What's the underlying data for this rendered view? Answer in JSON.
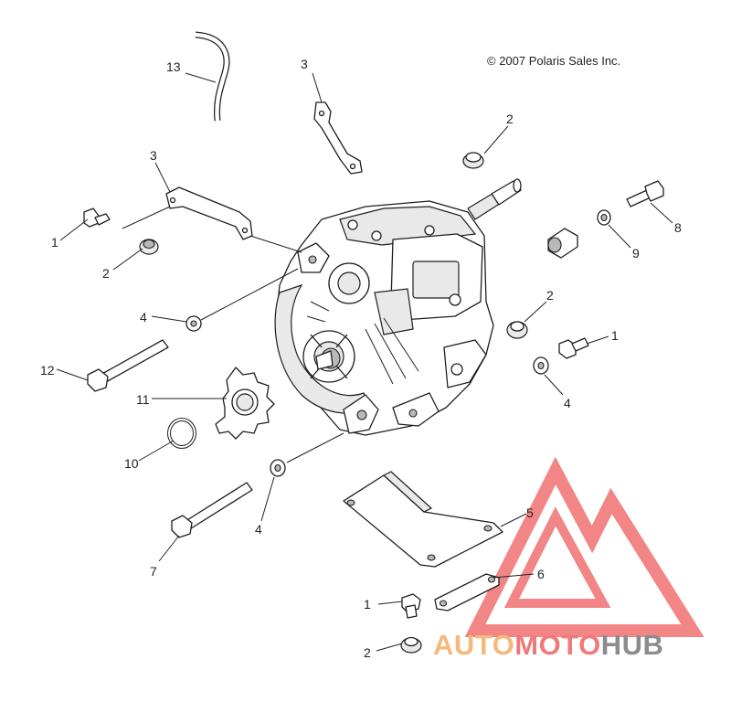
{
  "copyright": "© 2007 Polaris Sales Inc.",
  "callouts": {
    "c13": "13",
    "c3_top": "3",
    "c2_top": "2",
    "c3_left": "3",
    "c1_left": "1",
    "c2_left": "2",
    "c8": "8",
    "c9": "9",
    "c4_left": "4",
    "c2_right": "2",
    "c1_right": "1",
    "c12": "12",
    "c11": "11",
    "c4_right": "4",
    "c10": "10",
    "c5": "5",
    "c4_bottom": "4",
    "c7": "7",
    "c6": "6",
    "c1_bottom": "1",
    "c2_bottom": "2"
  },
  "watermark": {
    "part1": "AUTO",
    "part2": "MOTO",
    "part3": "HUB",
    "color_orange": "#f5b97a",
    "color_red": "#f07a7a",
    "color_gray": "#8c8c8c",
    "triangle_color": "#f07070"
  }
}
